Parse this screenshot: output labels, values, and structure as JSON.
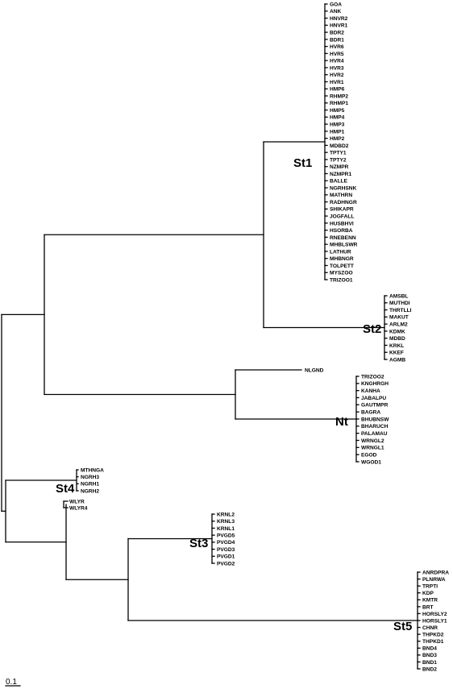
{
  "tree": {
    "scale_bar_label": "0.1",
    "clades": {
      "st1": {
        "label": "St1",
        "leaves": [
          "GOA",
          "ANK",
          "HNVR2",
          "HNVR1",
          "BDR2",
          "BDR1",
          "HVR6",
          "HVR5",
          "HVR4",
          "HVR3",
          "HVR2",
          "HVR1",
          "HMP6",
          "RHMP2",
          "RHMP1",
          "HMP5",
          "HMP4",
          "HMP3",
          "HMP1",
          "HMP2",
          "MDBD2",
          "TPTY1",
          "TPTY2",
          "NZMPR",
          "NZMPR1",
          "BALLE",
          "NGRHSNK",
          "MATHRN",
          "RADHNGR",
          "SHIKAPR",
          "JOGFALL",
          "HUSBHVI",
          "HSORBA",
          "RNEBENN",
          "MHBLSWR",
          "LATHUR",
          "MHBNGR",
          "TOLPETT",
          "MYSZOO",
          "TRIZOO1"
        ]
      },
      "st2": {
        "label": "St2",
        "leaves": [
          "AMSBL",
          "MUTHDI",
          "THRTLLI",
          "MAKUT",
          "ARLM2",
          "KDMK",
          "MDBD",
          "KRKL",
          "KKEF",
          "AGMB"
        ]
      },
      "nlgnd": {
        "leaf": "NLGND"
      },
      "nt": {
        "label": "Nt",
        "leaves": [
          "TRIZOO2",
          "KNGHRGH",
          "KANHA",
          "JABALPU",
          "GAUTMPR",
          "BAGRA",
          "BHUBNSW",
          "BHARUCH",
          "PALAMAU",
          "WRNGL2",
          "WRNGL1",
          "EGOD",
          "WGOD1"
        ]
      },
      "st4": {
        "label": "St4",
        "leaves": [
          "MTHNGA",
          "NGRH3",
          "NGRH1",
          "NGRH2"
        ]
      },
      "wlyr": {
        "leaves": [
          "WLYR",
          "WLYR4"
        ]
      },
      "st3": {
        "label": "St3",
        "leaves": [
          "KRNL2",
          "KRNL3",
          "KRNL1",
          "PVGD5",
          "PVGD4",
          "PVGD3",
          "PVGD1",
          "PVGD2"
        ]
      },
      "st5": {
        "label": "St5",
        "leaves": [
          "ANRDPRA",
          "PLNRWA",
          "TRPTI",
          "KDP",
          "KMTR",
          "BRT",
          "HORSLY2",
          "HORSLY1",
          "CHNR",
          "THPKD2",
          "THPKD1",
          "BND4",
          "BND3",
          "BND1",
          "BND2"
        ]
      }
    }
  }
}
